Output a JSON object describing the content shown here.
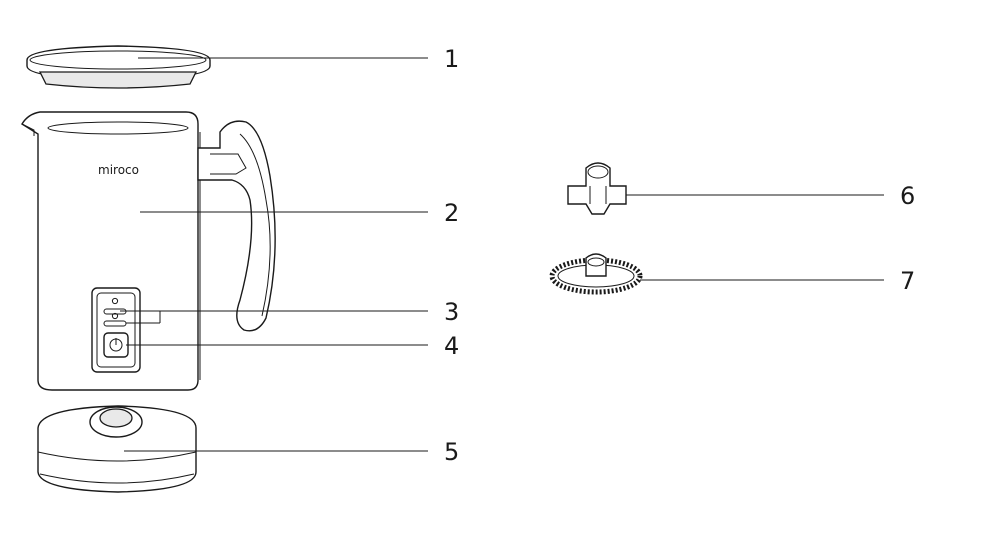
{
  "brand_text": "miroco",
  "callouts": [
    {
      "id": "1",
      "label": "1"
    },
    {
      "id": "2",
      "label": "2"
    },
    {
      "id": "3",
      "label": "3"
    },
    {
      "id": "4",
      "label": "4"
    },
    {
      "id": "5",
      "label": "5"
    },
    {
      "id": "6",
      "label": "6"
    },
    {
      "id": "7",
      "label": "7"
    }
  ]
}
